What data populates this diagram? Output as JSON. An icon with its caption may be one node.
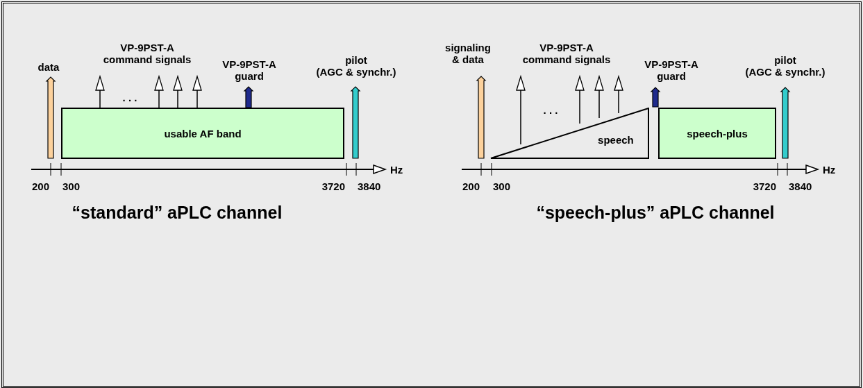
{
  "diagram": {
    "nodes": [
      {
        "text": [
          "usable AF band"
        ]
      },
      {
        "text": [
          "speech"
        ]
      },
      {
        "text": [
          "speech-plus"
        ]
      }
    ],
    "labels": [
      "data",
      "VP-9PST-A command signals",
      ". . .",
      "VP-9PST-A guard",
      "pilot (AGC & synchr.)",
      "Hz",
      "200",
      "300",
      "3720",
      "3840",
      "“standard” aPLC channel",
      "signaling & data",
      "VP-9PST-A command signals",
      ". . .",
      "VP-9PST-A guard",
      "pilot (AGC & synchr.)",
      "Hz",
      "200",
      "300",
      "3720",
      "3840",
      "“speech-plus” aPLC channel"
    ]
  }
}
